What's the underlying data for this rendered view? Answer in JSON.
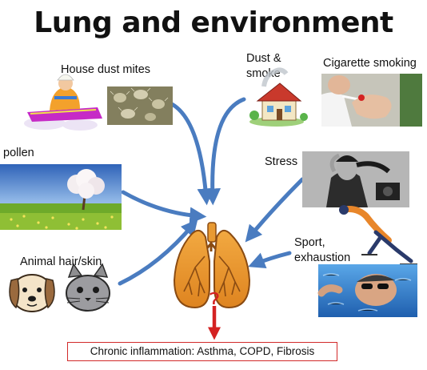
{
  "title": "Lung and environment",
  "factors": {
    "house_dust_mites": "House dust mites",
    "dust_smoke": "Dust &\nsmoke",
    "cigarette_smoking": "Cigarette smoking",
    "pollen": "pollen",
    "stress": "Stress",
    "animal_hair_skin": "Animal hair/skin",
    "sport_exhaustion": "Sport,\nexhaustion"
  },
  "lung_mark": "?",
  "outcome": "Chronic inflammation: Asthma, COPD, Fibrosis",
  "colors": {
    "arrow": "#4a7cc0",
    "lung": "#e8962b",
    "lung_dark": "#8a4b12",
    "outcome_border": "#d22a2a",
    "outcome_arrow": "#d42222"
  }
}
